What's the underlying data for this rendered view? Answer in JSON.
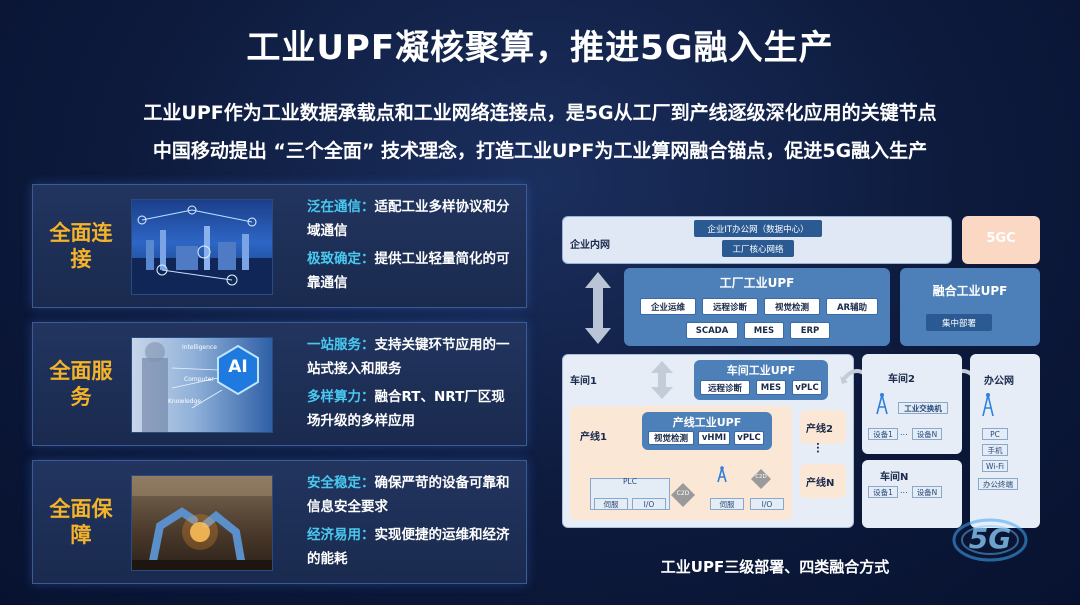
{
  "title": "工业UPF凝核聚算，推进5G融入生产",
  "subtitle_1": "工业UPF作为工业数据承载点和工业网络连接点，是5G从工厂到产线逐级深化应用的关键节点",
  "subtitle_2": "中国移动提出 “三个全面” 技术理念，打造工业UPF为工业算网融合锚点，促进5G融入生产",
  "cards": [
    {
      "heading": "全面连接",
      "image_text": "",
      "items": [
        {
          "key": "泛在通信：",
          "text": "适配工业多样协议和分域通信"
        },
        {
          "key": "极致确定：",
          "text": "提供工业轻量简化的可靠通信"
        }
      ]
    },
    {
      "heading": "全面服务",
      "image_text": "AI",
      "image_labels": [
        "Intelligence",
        "Computer",
        "Knowledge"
      ],
      "items": [
        {
          "key": "一站服务：",
          "text": "支持关键环节应用的一站式接入和服务"
        },
        {
          "key": "多样算力：",
          "text": "融合RT、NRT厂区现场升级的多样应用"
        }
      ]
    },
    {
      "heading": "全面保障",
      "image_text": "",
      "items": [
        {
          "key": "安全稳定：",
          "text": "确保严苛的设备可靠和信息安全要求"
        },
        {
          "key": "经济易用：",
          "text": "实现便捷的运维和经济的能耗"
        }
      ]
    }
  ],
  "diagram": {
    "enterprise_net": "企业内网",
    "it_office": "企业IT办公网（数据中心）",
    "core_net": "工厂核心网络",
    "fivegc": "5GC",
    "factory_upf": "工厂工业UPF",
    "factory_apps": [
      "企业运维",
      "远程诊断",
      "视觉检测",
      "AR辅助"
    ],
    "factory_apps_2": [
      "SCADA",
      "MES",
      "ERP"
    ],
    "fusion_upf": "融合工业UPF",
    "central_deploy": "集中部署",
    "workshop1": "车间1",
    "workshop_upf": "车间工业UPF",
    "workshop_apps": [
      "远程诊断",
      "MES",
      "vPLC"
    ],
    "line1": "产线1",
    "line_upf": "产线工业UPF",
    "line_apps": [
      "视觉检测",
      "vHMI",
      "vPLC"
    ],
    "line2": "产线2",
    "lineN": "产线N",
    "workshop2": "车间2",
    "industrial_switch": "工业交换机",
    "device1": "设备1",
    "deviceN": "设备N",
    "workshopN": "车间N",
    "office_net": "办公网",
    "office_items": [
      "PC",
      "手机",
      "Wi-Fi",
      "办公终端"
    ],
    "plc": "PLC",
    "servo": "伺服",
    "io": "I/O",
    "c2d": "C2D",
    "ellipsis": "...",
    "logo": "5G"
  },
  "caption": "工业UPF三级部署、四类融合方式"
}
